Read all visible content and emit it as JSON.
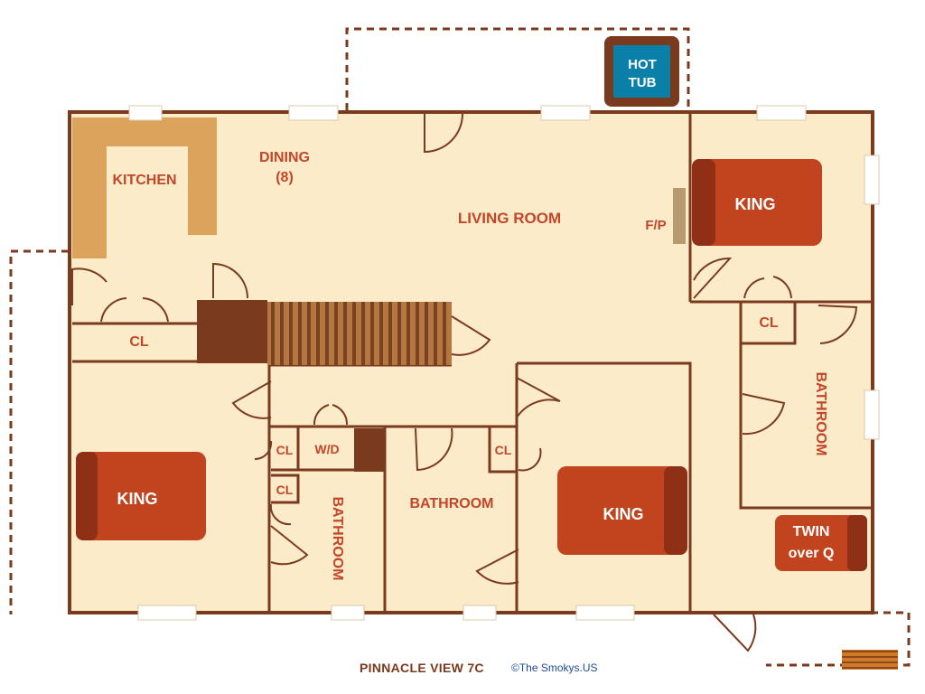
{
  "rooms": {
    "kitchen": "KITCHEN",
    "dining": "DINING",
    "dining_seats": "(8)",
    "living_room": "LIVING ROOM",
    "fireplace": "F/P",
    "hot_tub_line1": "HOT",
    "hot_tub_line2": "TUB",
    "closet_kitchen": "CL",
    "closet_master": "CL",
    "closet_hall_1": "CL",
    "closet_hall_2": "CL",
    "closet_bed3": "CL",
    "washer_dryer": "W/D",
    "bath_vertical_mid": "BATHROOM",
    "bath_center": "BATHROOM",
    "bath_right": "BATHROOM",
    "bed_top_right": "KING",
    "bed_bottom_left": "KING",
    "bed_bottom_center": "KING",
    "bed_twin_line1": "TWIN",
    "bed_twin_line2": "over Q"
  },
  "footer": {
    "title": "PINNACLE VIEW 7C",
    "copyright": "©The Smokys.US"
  },
  "colors": {
    "floor": "#fcebc9",
    "wall": "#7a3a1e",
    "label": "#c1462a",
    "kitchen_counter": "#dca35c",
    "bed": "#c1441f",
    "hot_tub_water": "#0a7fa8",
    "hot_tub_rim": "#7a3a1e",
    "copyright": "#1f4d9e"
  }
}
